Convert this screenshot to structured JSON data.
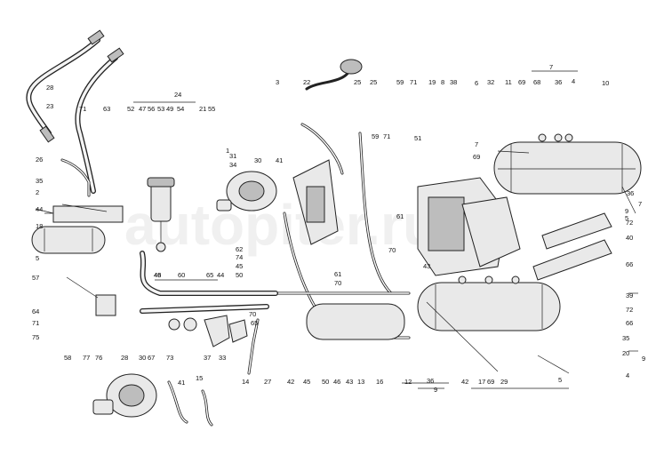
{
  "diagram": {
    "watermark": "autopiter.ru",
    "labels": [
      "1",
      "2",
      "3",
      "4",
      "4",
      "5",
      "5",
      "5",
      "6",
      "7",
      "7",
      "7",
      "8",
      "9",
      "9",
      "9",
      "10",
      "11",
      "12",
      "13",
      "14",
      "15",
      "16",
      "17",
      "18",
      "19",
      "20",
      "21",
      "22",
      "23",
      "24",
      "25",
      "25",
      "26",
      "27",
      "28",
      "28",
      "29",
      "30",
      "30",
      "31",
      "32",
      "33",
      "34",
      "35",
      "35",
      "36",
      "36",
      "36",
      "37",
      "38",
      "39",
      "40",
      "41",
      "41",
      "42",
      "42",
      "43",
      "43",
      "44",
      "44",
      "45",
      "45",
      "46",
      "46",
      "47",
      "48",
      "49",
      "50",
      "50",
      "51",
      "52",
      "53",
      "54",
      "55",
      "56",
      "57",
      "58",
      "59",
      "59",
      "60",
      "61",
      "61",
      "62",
      "63",
      "64",
      "65",
      "65",
      "66",
      "66",
      "67",
      "68",
      "69",
      "69",
      "69",
      "70",
      "70",
      "70",
      "71",
      "71",
      "71",
      "71",
      "72",
      "72",
      "73",
      "74",
      "75",
      "76",
      "77"
    ]
  }
}
